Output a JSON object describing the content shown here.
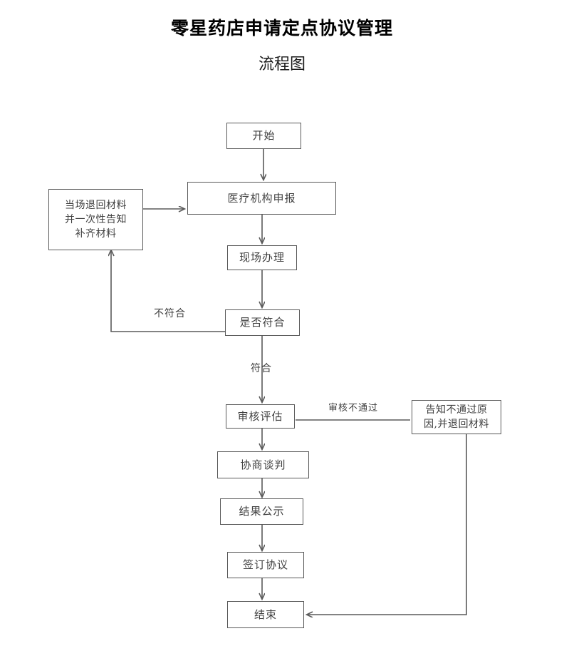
{
  "header": {
    "title": "零星药店申请定点协议管理",
    "subtitle": "流程图"
  },
  "flowchart": {
    "nodes": [
      {
        "id": "start",
        "label": "开始"
      },
      {
        "id": "apply",
        "label": "医疗机构申报"
      },
      {
        "id": "return",
        "label": "当场退回材料\n并一次性告知\n补齐材料"
      },
      {
        "id": "onsite",
        "label": "现场办理"
      },
      {
        "id": "check",
        "label": "是否符合"
      },
      {
        "id": "review",
        "label": "审核评估"
      },
      {
        "id": "reject",
        "label": "告知不通过原\n因,并退回材料"
      },
      {
        "id": "negotiate",
        "label": "协商谈判"
      },
      {
        "id": "publish",
        "label": "结果公示"
      },
      {
        "id": "sign",
        "label": "签订协议"
      },
      {
        "id": "end",
        "label": "结束"
      }
    ],
    "edge_labels": [
      {
        "id": "not-conform",
        "label": "不符合"
      },
      {
        "id": "conform",
        "label": "符合"
      },
      {
        "id": "review-fail",
        "label": "审核不通过"
      }
    ],
    "colors": {
      "box_border": "#595959",
      "text": "#404040",
      "connector": "#5a5a5a",
      "background": "#ffffff"
    }
  }
}
